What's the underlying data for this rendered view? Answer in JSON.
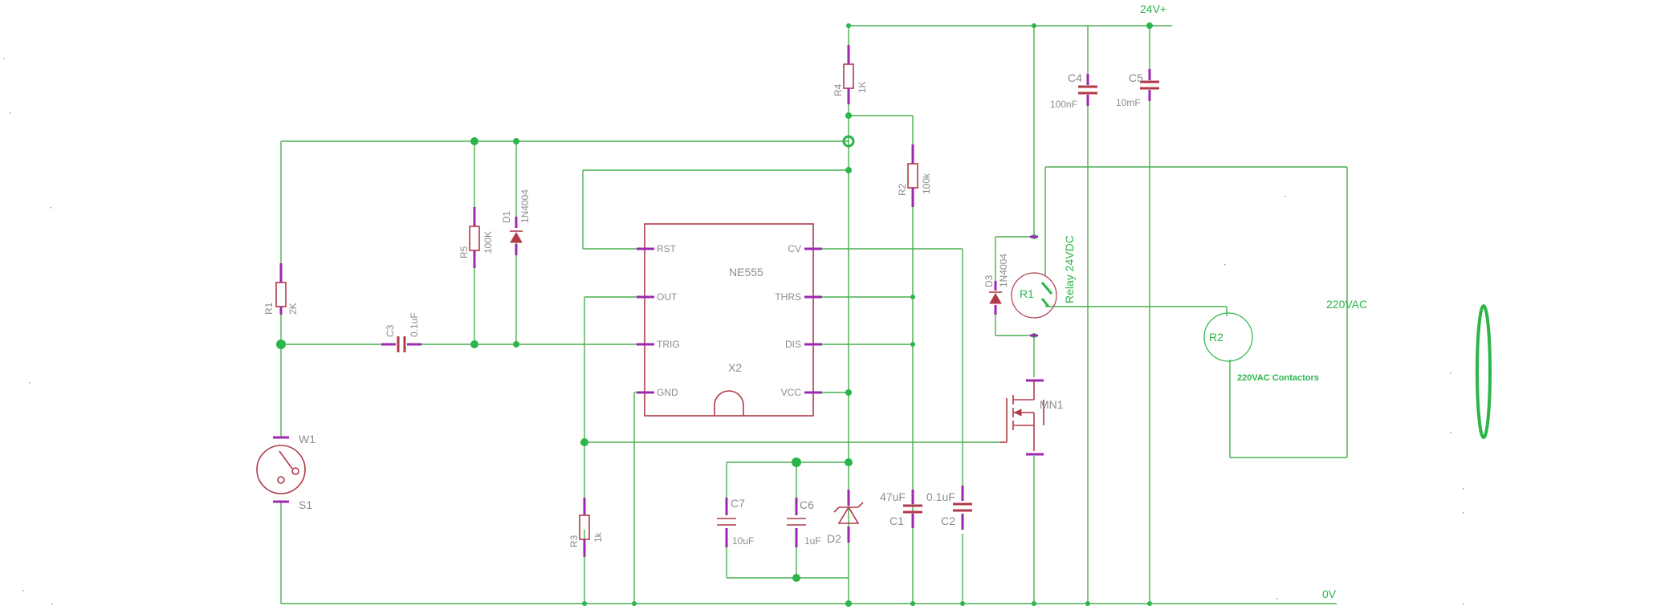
{
  "nets": {
    "supply": "24V+",
    "ground": "0V",
    "ac": "220VAC"
  },
  "ic": {
    "type": "NE555",
    "ref": "X2",
    "pins_left": [
      "RST",
      "OUT",
      "TRIG",
      "GND"
    ],
    "pins_right": [
      "CV",
      "THRS",
      "DIS",
      "VCC"
    ]
  },
  "components": {
    "r1": {
      "ref": "R1",
      "value": "2K"
    },
    "r2": {
      "ref": "R2",
      "value": "100k"
    },
    "r3": {
      "ref": "R3",
      "value": "1k"
    },
    "r4": {
      "ref": "R4",
      "value": "1K"
    },
    "r5": {
      "ref": "R5",
      "value": "100K"
    },
    "c1": {
      "ref": "C1",
      "value": "47uF"
    },
    "c2": {
      "ref": "C2",
      "value": "0.1uF"
    },
    "c3": {
      "ref": "C3",
      "value": "0.1uF"
    },
    "c4": {
      "ref": "C4",
      "value": "100nF"
    },
    "c5": {
      "ref": "C5",
      "value": "10mF"
    },
    "c6": {
      "ref": "C6",
      "value": "1uF"
    },
    "c7": {
      "ref": "C7",
      "value": "10uF"
    },
    "d1": {
      "ref": "D1",
      "value": "1N4004"
    },
    "d2": {
      "ref": "D2"
    },
    "d3": {
      "ref": "D3",
      "value": "1N4004"
    },
    "w1": {
      "ref": "W1"
    },
    "s1": {
      "ref": "S1"
    },
    "mn1": {
      "ref": "MN1"
    },
    "relay": {
      "ref": "R1",
      "value": "Relay 24VDC"
    },
    "load": {
      "ref": "R2",
      "value": "220VAC Contactors"
    }
  },
  "colors": {
    "wire": "#4caf50",
    "component": "#b03a48",
    "pin": "#9c27b0",
    "junction": "#2bb54b",
    "label": "#8c8c8c"
  }
}
